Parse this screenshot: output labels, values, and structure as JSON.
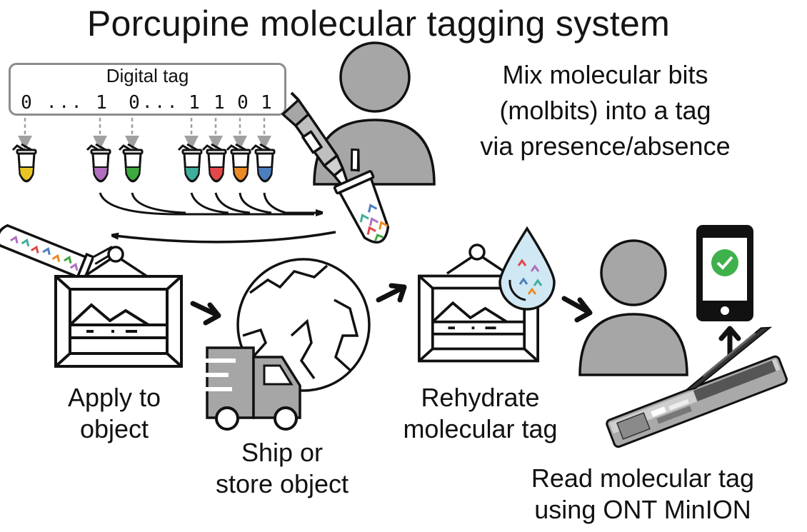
{
  "title": "Porcupine molecular tagging system",
  "digital_tag": {
    "label": "Digital tag",
    "bits": [
      "0",
      "1",
      "0",
      "1",
      "1",
      "0",
      "1"
    ],
    "ellipsis": "..."
  },
  "molbit_tube_colors": [
    "#e8c425",
    "#b06fbf",
    "#3eaa3e",
    "#3fae9a",
    "#e24848",
    "#ec8a26",
    "#4c7fc0"
  ],
  "mix_text": [
    "Mix molecular bits",
    "(molbits) into a tag",
    "via presence/absence"
  ],
  "steps": {
    "apply": [
      "Apply to",
      "object"
    ],
    "ship": [
      "Ship or",
      "store object"
    ],
    "rehydrate": [
      "Rehydrate",
      "molecular tag"
    ],
    "read": [
      "Read molecular tag",
      "using ONT MinION"
    ]
  },
  "colors": {
    "icon_gray": "#a6a6a6",
    "check_green": "#3fb14b",
    "outline": "#111111"
  }
}
